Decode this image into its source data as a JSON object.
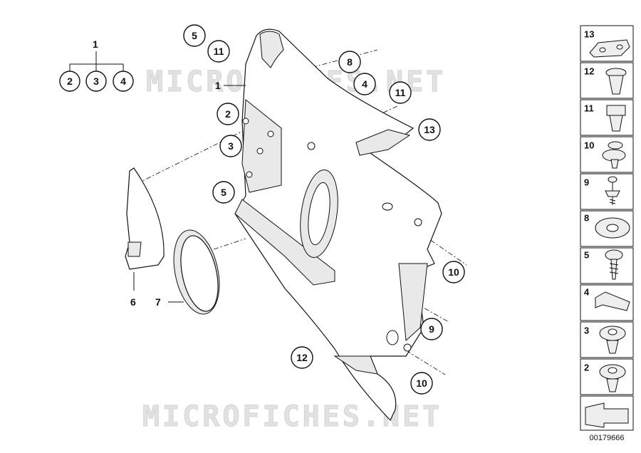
{
  "watermark": "MICROFICHES.NET",
  "diagram_id": "00179666",
  "group": {
    "parent": "1",
    "children": [
      "2",
      "3",
      "4"
    ]
  },
  "callouts": {
    "c5_top": "5",
    "c11_top": "11",
    "c8": "8",
    "c4": "4",
    "c11_right": "11",
    "c13": "13",
    "c2": "2",
    "c3": "3",
    "c5_mid": "5",
    "c10_a": "10",
    "c9": "9",
    "c12": "12",
    "c10_b": "10"
  },
  "labels": {
    "l1": "1",
    "l6": "6",
    "l7": "7"
  },
  "legend": {
    "items": [
      {
        "number": "13",
        "icon": "bracket-clip-icon"
      },
      {
        "number": "12",
        "icon": "expanding-nut-icon"
      },
      {
        "number": "11",
        "icon": "square-clip-nut-icon"
      },
      {
        "number": "10",
        "icon": "push-rivet-cap-icon"
      },
      {
        "number": "9",
        "icon": "spreader-rivet-icon"
      },
      {
        "number": "8",
        "icon": "star-washer-icon"
      },
      {
        "number": "5",
        "icon": "screw-icon"
      },
      {
        "number": "4",
        "icon": "spring-clip-icon"
      },
      {
        "number": "3",
        "icon": "trim-clip-icon"
      },
      {
        "number": "2",
        "icon": "trim-clip-icon"
      },
      {
        "number": "",
        "icon": "direction-arrow-icon"
      }
    ]
  }
}
